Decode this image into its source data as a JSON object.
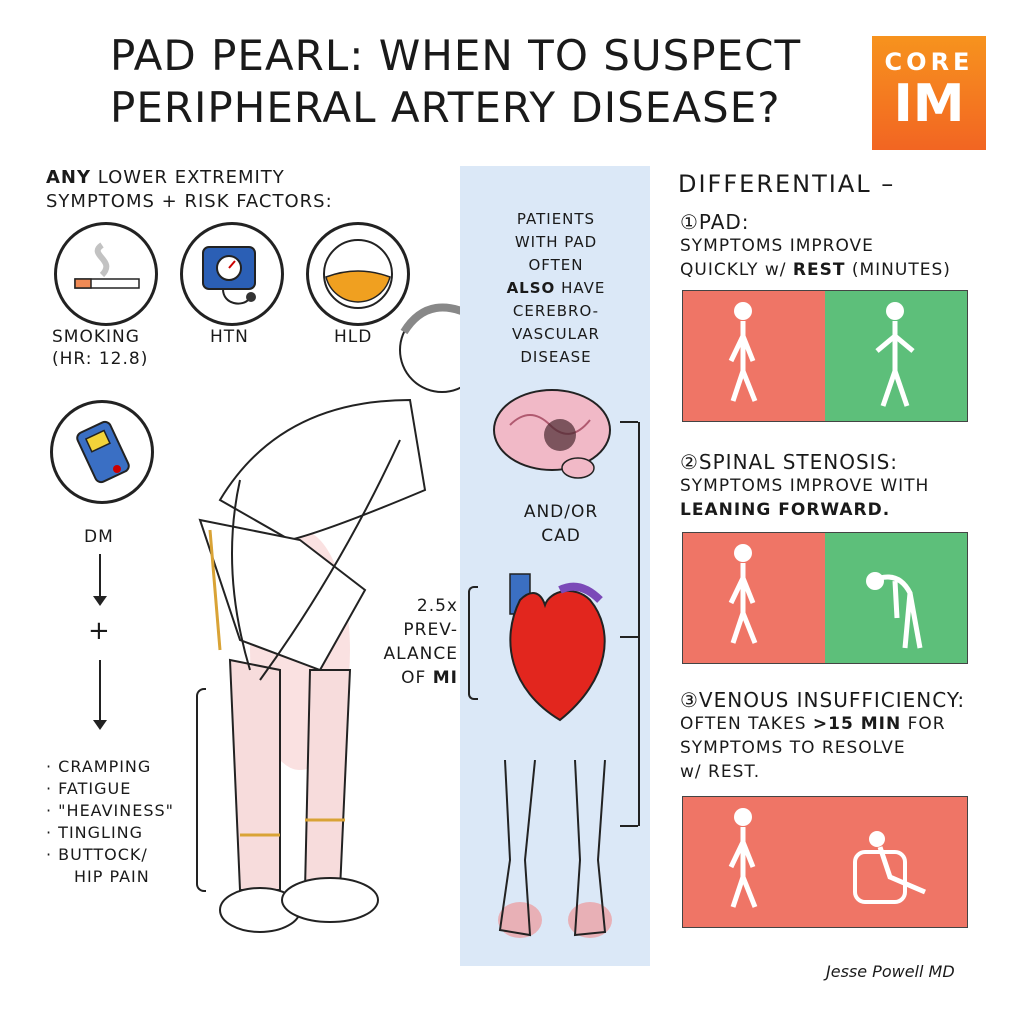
{
  "title": {
    "line1": "PAD PEARL: WHEN TO SUSPECT",
    "line2": "PERIPHERAL ARTERY DISEASE?"
  },
  "logo": {
    "line1": "CORE",
    "line2": "IM",
    "color": "#f26522"
  },
  "risk": {
    "intro_bold": "ANY",
    "intro_rest": " LOWER EXTREMITY",
    "intro_line2": "SYMPTOMS + RISK FACTORS:",
    "factors": [
      "SMOKING",
      "(HR: 12.8)",
      "HTN",
      "HLD",
      "DM"
    ],
    "plus": "+"
  },
  "symptoms": [
    "· CRAMPING",
    "· FATIGUE",
    "· \"HEAVINESS\"",
    "· TINGLING",
    "· BUTTOCK/",
    "HIP PAIN"
  ],
  "middle": {
    "line1": "PATIENTS",
    "line2": "WITH PAD",
    "line3": "OFTEN",
    "line4_bold": "ALSO",
    "line4_rest": " HAVE",
    "line5": "CEREBRO-",
    "line6": "VASCULAR",
    "line7": "DISEASE",
    "andor": "AND/OR",
    "cad": "CAD",
    "mi1": "2.5x",
    "mi2": "PREV-",
    "mi3": "ALANCE",
    "mi4_rest": "OF ",
    "mi4_bold": "MI"
  },
  "differential": {
    "heading": "DIFFERENTIAL –",
    "items": [
      {
        "title": "①PAD:",
        "desc1": "SYMPTOMS IMPROVE",
        "desc2_rest": "QUICKLY w/ ",
        "desc2_bold": "REST",
        "desc2_tail": " (MINUTES)"
      },
      {
        "title": "②SPINAL STENOSIS:",
        "desc1": "SYMPTOMS IMPROVE WITH",
        "desc2_bold": "LEANING FORWARD."
      },
      {
        "title": "③VENOUS INSUFFICIENCY:",
        "desc1_rest": "OFTEN TAKES ",
        "desc1_bold": ">15 MIN",
        "desc1_tail": " FOR",
        "desc2": "SYMPTOMS TO RESOLVE",
        "desc3": "w/ REST."
      }
    ]
  },
  "signature": "Jesse Powell MD",
  "colors": {
    "panel_red": "#ef7566",
    "panel_green": "#5dbf7a",
    "mid_bg": "#dbe8f7"
  }
}
